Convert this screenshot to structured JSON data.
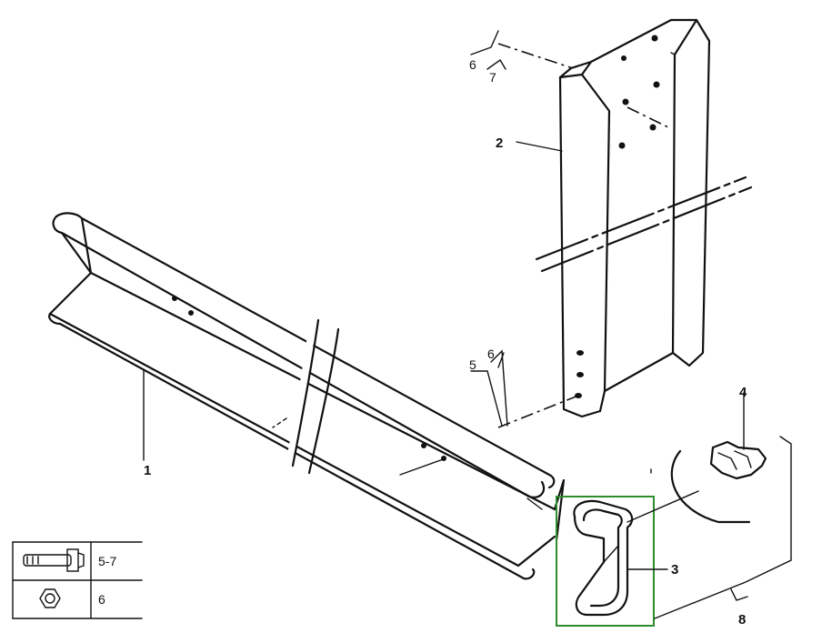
{
  "callouts": {
    "part_1": "1",
    "part_2": "2",
    "part_3": "3",
    "part_4": "4",
    "part_5a": "5",
    "part_6a": "6",
    "part_6b": "6",
    "part_7": "7",
    "part_8": "8"
  },
  "legend": {
    "bolt_ref": "5-7",
    "nut_ref": "6"
  },
  "highlight_color": "#2e8b2e"
}
